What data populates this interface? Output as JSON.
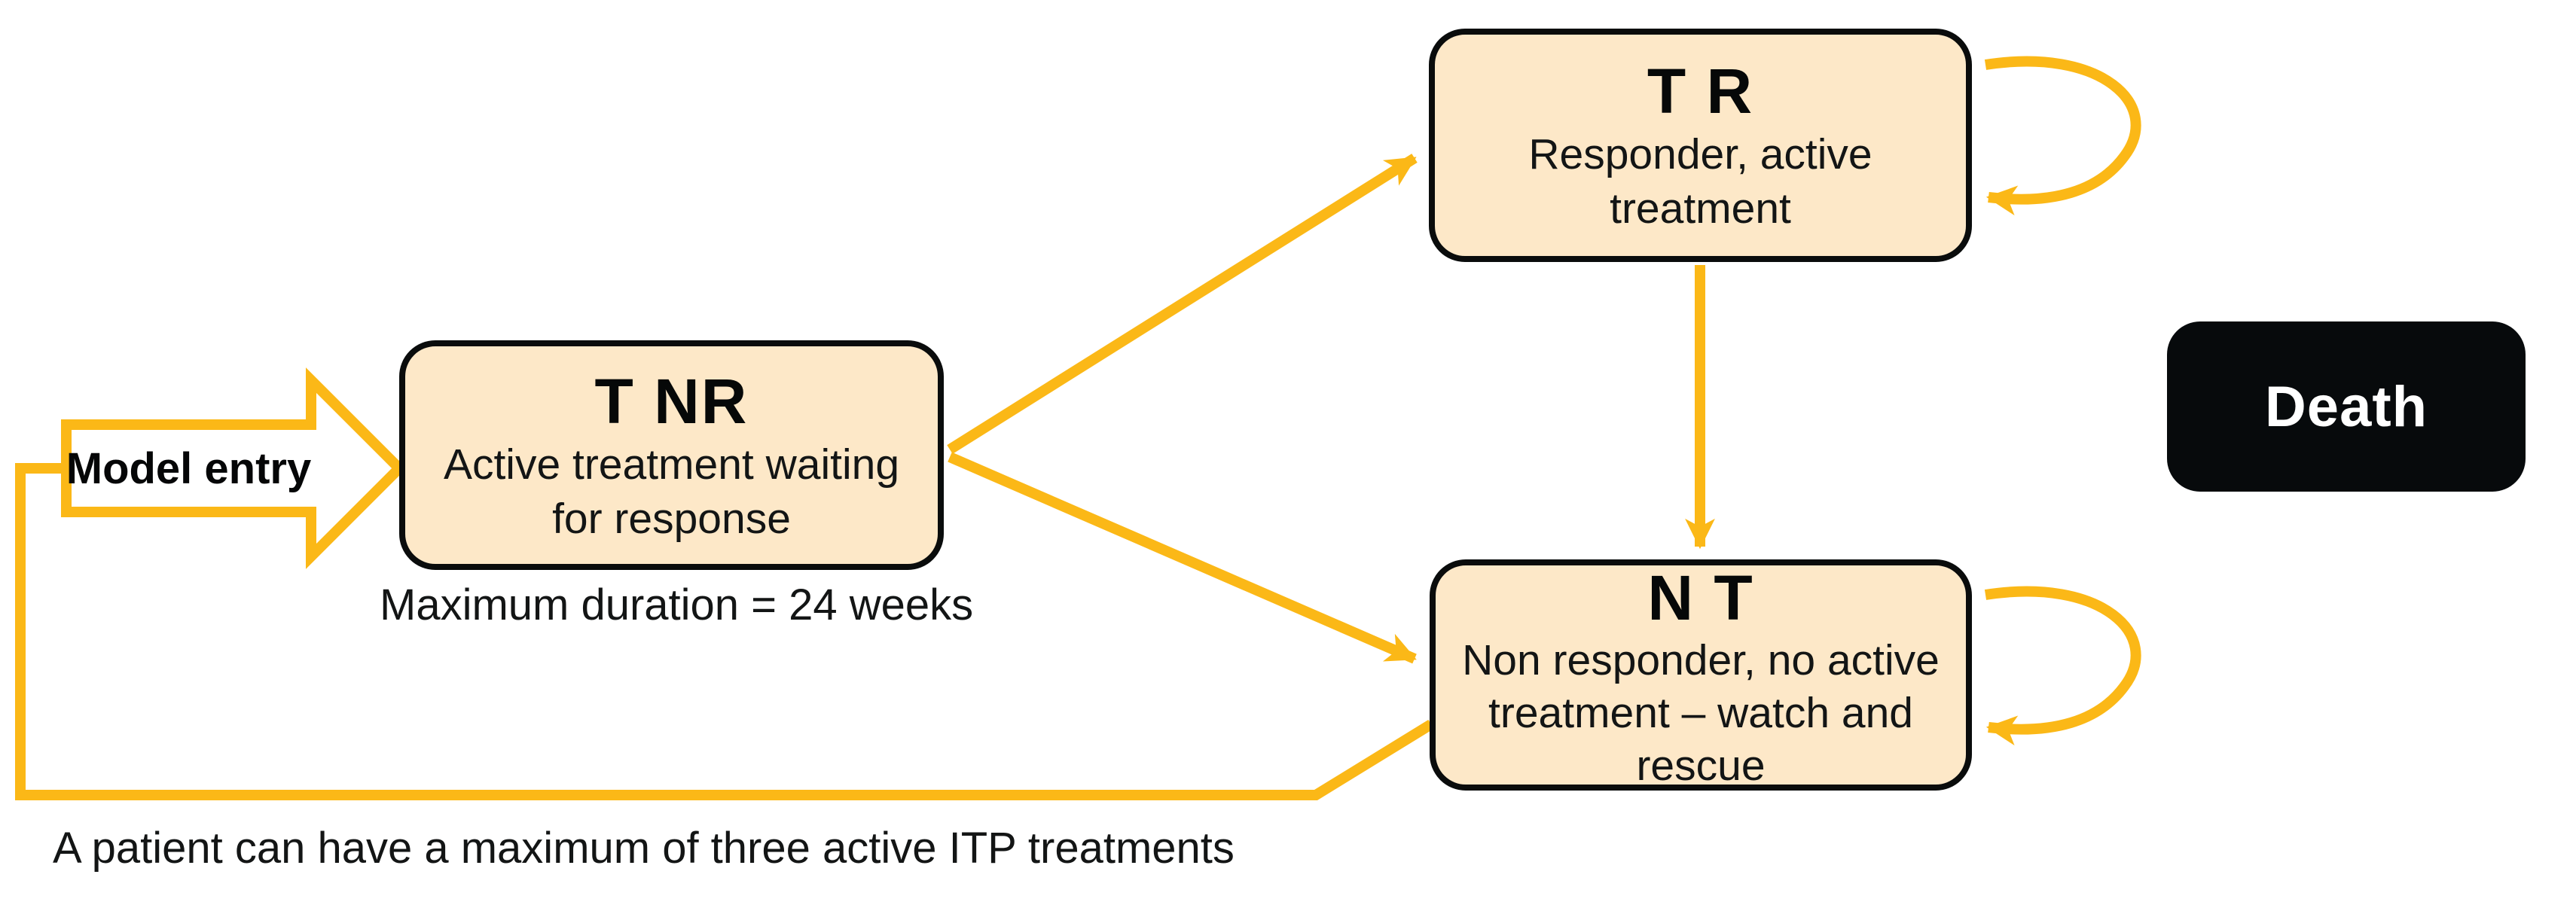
{
  "entry_arrow": {
    "label": "Model entry"
  },
  "states": {
    "tnr": {
      "code": "T NR",
      "description_lines": [
        "Active treatment waiting",
        "for response"
      ],
      "note": "Maximum duration = 24 weeks"
    },
    "tr": {
      "code": "T R",
      "description_lines": [
        "Responder, active",
        "treatment"
      ]
    },
    "nt": {
      "code": "N T",
      "description_lines": [
        "Non responder, no active",
        "treatment – watch and",
        "rescue"
      ]
    },
    "death": {
      "code": "Death"
    }
  },
  "footnote": "A patient can have a maximum of three active ITP treatments",
  "edges": [
    {
      "from": "model-entry",
      "to": "tnr"
    },
    {
      "from": "tnr",
      "to": "tr"
    },
    {
      "from": "tnr",
      "to": "nt"
    },
    {
      "from": "tr",
      "to": "nt"
    },
    {
      "from": "tr",
      "to": "tr",
      "type": "self-loop"
    },
    {
      "from": "nt",
      "to": "nt",
      "type": "self-loop"
    },
    {
      "from": "nt",
      "to": "model-entry",
      "type": "return-loop"
    }
  ],
  "colors": {
    "state_fill": "#FDE8C8",
    "state_border": "#0A0C0C",
    "connector": "#FBB817",
    "death_fill": "#070A0C",
    "death_text": "#FFFFFF",
    "text": "#111111",
    "background": "#FFFFFF"
  }
}
